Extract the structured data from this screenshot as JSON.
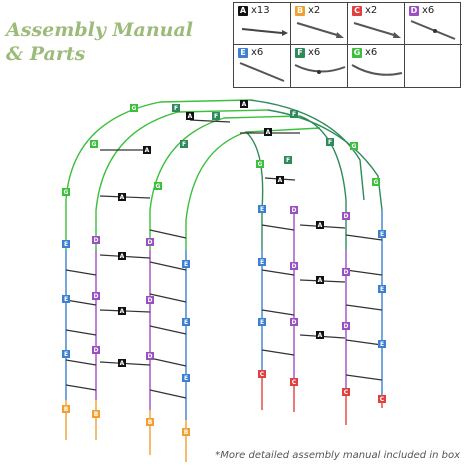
{
  "title_line1": "Assembly Manual",
  "title_line2": "& Parts",
  "footnote": "*More detailed assembly manual included in box",
  "parts": [
    {
      "letter": "A",
      "qty": "x13",
      "color": "#111111"
    },
    {
      "letter": "B",
      "qty": "x2",
      "color": "#f0a030"
    },
    {
      "letter": "C",
      "qty": "x2",
      "color": "#e04040"
    },
    {
      "letter": "D",
      "qty": "x6",
      "color": "#9b4fc2"
    },
    {
      "letter": "E",
      "qty": "x6",
      "color": "#3d7fd1"
    },
    {
      "letter": "F",
      "qty": "x6",
      "color": "#2e8a5a"
    },
    {
      "letter": "G",
      "qty": "x6",
      "color": "#3cbf3c"
    }
  ]
}
